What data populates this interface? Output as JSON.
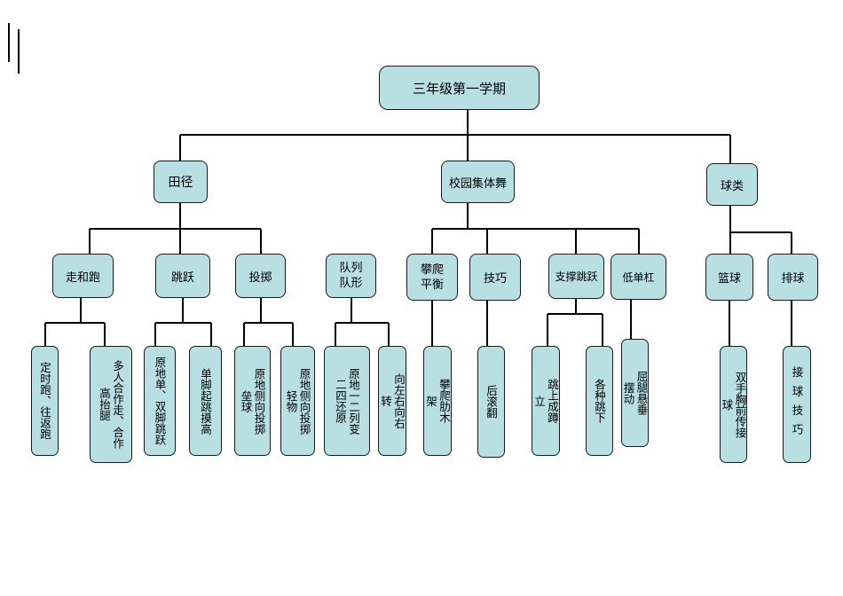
{
  "root": "三年级第一学期",
  "categories": {
    "track": "田径",
    "dance": "校园集体舞",
    "ball": "球类"
  },
  "subs": {
    "run": "走和跑",
    "jump": "跳跃",
    "throw": "投掷",
    "formation": "队列队形",
    "climb": "攀爬平衡",
    "skill": "技巧",
    "support": "支撑跳跃",
    "bar": "低单杠",
    "basketball": "篮球",
    "volleyball": "排球"
  },
  "leaves": {
    "run1": "定时跑、往返跑",
    "run2": "多人合作走、合作高抬腿",
    "jump1": "原地单、双脚跳跃",
    "jump2": "单脚起跳摸高",
    "throw1": "原地侧向投掷垒球",
    "throw2": "原地侧向投掷轻物",
    "form1": "原地一二列变二四还原",
    "form2": "向左右向右转",
    "climb1": "攀爬肋木架",
    "skill1": "后滚翻",
    "support1": "跳上成蹲立",
    "support2": "各种跳下",
    "bar1": "屈腿悬垂摆动",
    "bb1": "双手胸前传接球",
    "vb1": "接球技巧"
  }
}
